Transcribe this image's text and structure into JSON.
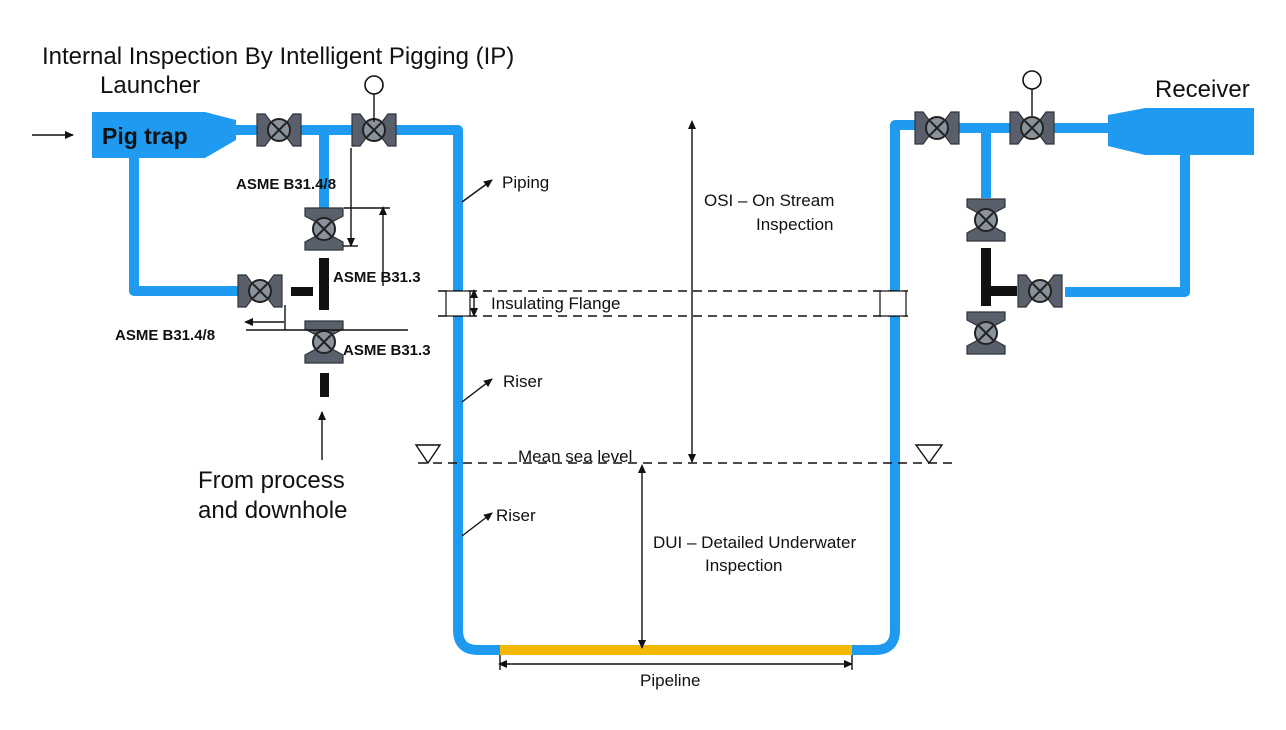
{
  "title": "Internal Inspection By Intelligent Pigging (IP)",
  "labels": {
    "launcher": "Launcher",
    "receiver": "Receiver",
    "pig_trap": "Pig trap",
    "piping": "Piping",
    "osi_line1": "OSI – On Stream",
    "osi_line2": "Inspection",
    "asme_b31_4_8_top": "ASME B31.4/8",
    "asme_b31_3_top": "ASME B31.3",
    "asme_b31_4_8_bottom": "ASME B31.4/8",
    "asme_b31_3_bottom": "ASME B31.3",
    "insulating_flange": "Insulating Flange",
    "riser_upper": "Riser",
    "riser_lower": "Riser",
    "mean_sea_level": "Mean sea level",
    "from_process_line1": "From process",
    "from_process_line2": "and downhole",
    "dui_line1": "DUI – Detailed Underwater",
    "dui_line2": "Inspection",
    "pipeline": "Pipeline"
  },
  "colors": {
    "pipe": "#1e9bf0",
    "pipeline": "#f5b800",
    "valve": "#59606b"
  }
}
